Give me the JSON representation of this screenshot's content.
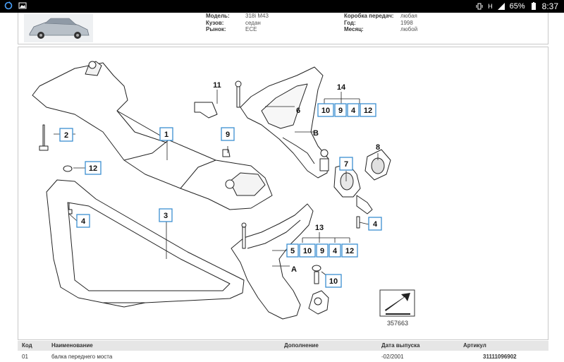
{
  "status_bar": {
    "left_icons": [
      "sync-icon",
      "image-icon"
    ],
    "battery": "65%",
    "time": "8:37",
    "network": "H"
  },
  "vehicle_info": {
    "model_label": "Модель:",
    "model_value": "318i M43",
    "body_label": "Кузов:",
    "body_value": "седан",
    "market_label": "Рынок:",
    "market_value": "ECE",
    "gearbox_label": "Коробка передач:",
    "gearbox_value": "любая",
    "year_label": "Год:",
    "year_value": "1998",
    "month_label": "Месяц:",
    "month_value": "любой"
  },
  "diagram": {
    "image_number": "357663",
    "callouts": {
      "c1": "1",
      "c2": "2",
      "c3": "3",
      "c4a": "4",
      "c4b": "4",
      "c5": "5",
      "c6": "6",
      "c7": "7",
      "c8": "8",
      "c9": "9",
      "c10": "10",
      "c11": "11",
      "c12": "12",
      "c13": "13",
      "c14": "14",
      "cA": "A",
      "cB": "B"
    },
    "group_upper": [
      "10",
      "9",
      "4",
      "12"
    ],
    "group_lower": [
      "10",
      "9",
      "4",
      "12"
    ]
  },
  "table": {
    "headers": {
      "code": "Код",
      "name": "Наименование",
      "note": "Дополнение",
      "date": "Дата выпуска",
      "article": "Артикул"
    },
    "rows": [
      {
        "code": "01",
        "name": "балка переднего моста",
        "note": "",
        "date": "-02/2001",
        "article": "31111096902"
      }
    ]
  }
}
